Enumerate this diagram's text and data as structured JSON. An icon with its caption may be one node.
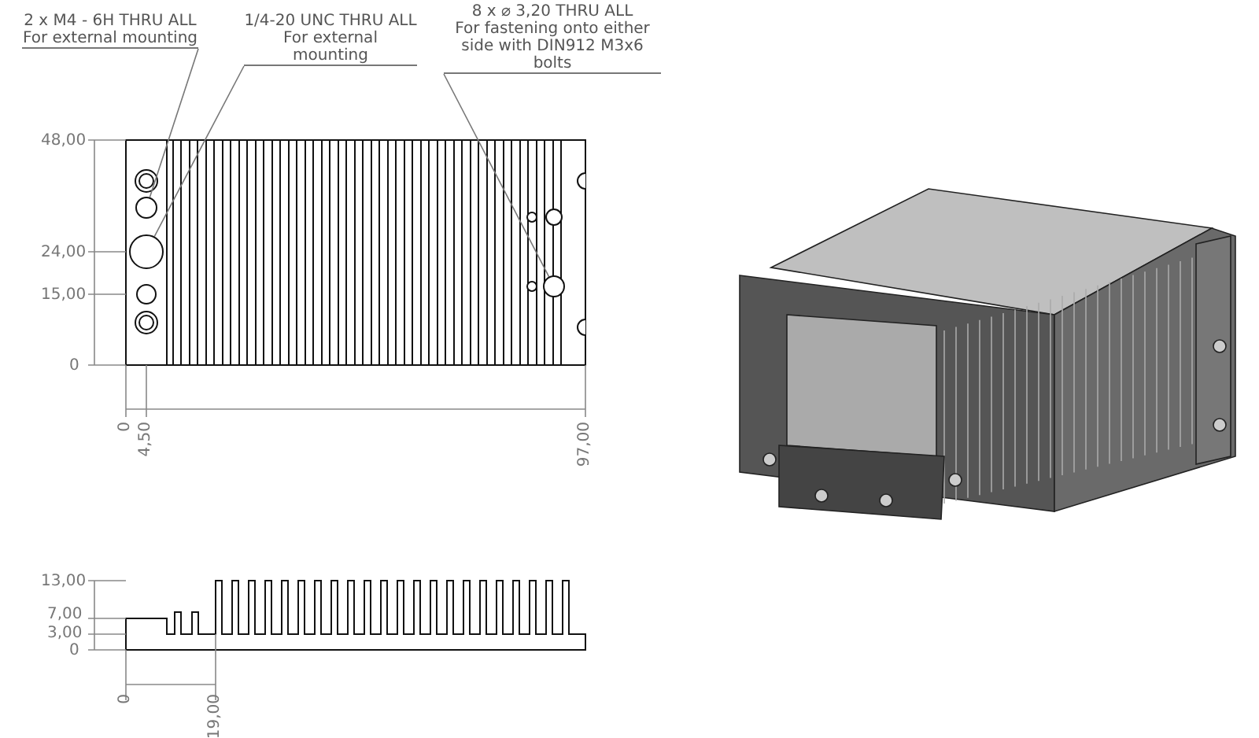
{
  "diagram": {
    "nodes": [
      {
        "text": [
          "2 x M4 - 6H THRU ALL",
          "For external mounting"
        ]
      },
      {
        "text": [
          "1/4-20 UNC  THRU ALL",
          "For external mounting"
        ]
      },
      {
        "text": [
          "8 x ⌀ 3,20 THRU ALL",
          "For fastening onto either side with DIN912 M3x6 bolts"
        ]
      },
      {
        "text": [],
        "shape": "circle"
      },
      {
        "text": [],
        "shape": "circle"
      },
      {
        "text": [],
        "shape": "circle"
      }
    ],
    "edges": [
      {
        "from": 0,
        "to": 3,
        "arrow": "none"
      },
      {
        "from": 1,
        "to": 4,
        "arrow": "none"
      },
      {
        "from": 2,
        "to": 5,
        "arrow": "none"
      }
    ],
    "labels": [
      "48,00",
      "24,00",
      "15,00",
      "0",
      "0",
      "4,50",
      "97,00",
      "13,00",
      "7,00",
      "3,00",
      "0",
      "0",
      "19,00"
    ]
  }
}
